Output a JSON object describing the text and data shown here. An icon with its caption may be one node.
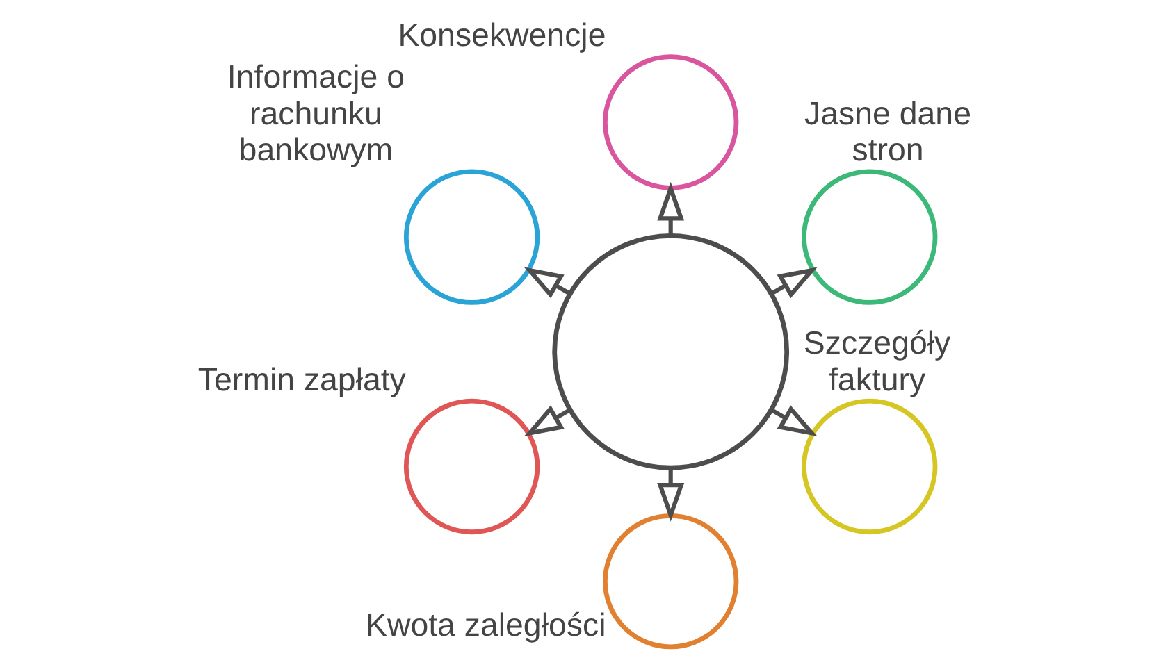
{
  "diagram": {
    "nodes": [
      {
        "text": [
          "Konsekwencje"
        ]
      },
      {
        "text": [
          "Jasne dane stron"
        ]
      },
      {
        "text": [
          "Informacje o rachunku bankowym"
        ]
      },
      {
        "text": [],
        "shape": "circle"
      },
      {
        "text": [
          "Szczegóły faktury"
        ]
      },
      {
        "text": [
          "Termin zapłaty"
        ]
      },
      {
        "text": [
          "Kwota zaległości"
        ]
      }
    ],
    "edges": [
      {
        "from": 3,
        "to": 0,
        "arrow": "to"
      },
      {
        "from": 3,
        "to": 1,
        "arrow": "to"
      },
      {
        "from": 3,
        "to": 4,
        "arrow": "to"
      },
      {
        "from": 3,
        "to": 6,
        "arrow": "to"
      },
      {
        "from": 3,
        "to": 5,
        "arrow": "to"
      },
      {
        "from": 3,
        "to": 2,
        "arrow": "to"
      }
    ]
  }
}
